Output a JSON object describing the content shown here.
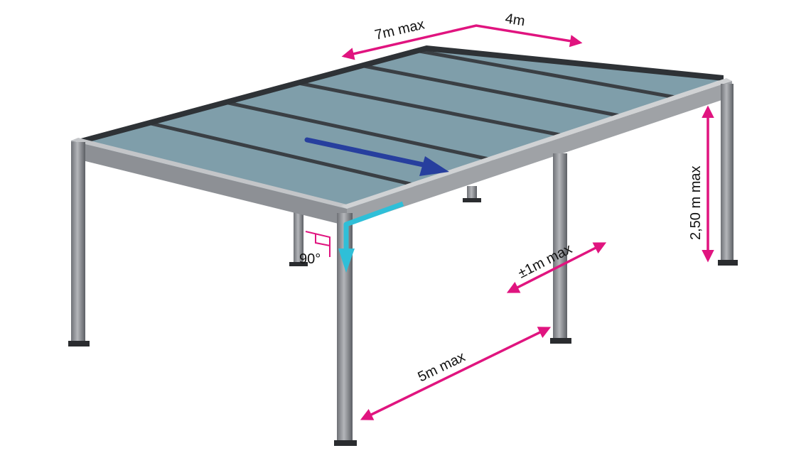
{
  "colors": {
    "dimension": "#e0147f",
    "slope_arrow": "#273f9e",
    "drain": "#2fbfd8",
    "frame": "#9a9ca0",
    "frame_dark": "#5a5d62",
    "panel": "#7f9eaa",
    "panel_edge": "#3a3f44",
    "angle_mark": "#e0147f"
  },
  "labels": {
    "depth_max": "7m max",
    "depth_segment": "4m",
    "height_max": "2,50 m max",
    "overhang_max": "±1m max",
    "width_max": "5m max",
    "angle": "90°"
  },
  "icons": {
    "slope": "arrow-right-icon",
    "drain": "arrow-down-icon"
  }
}
